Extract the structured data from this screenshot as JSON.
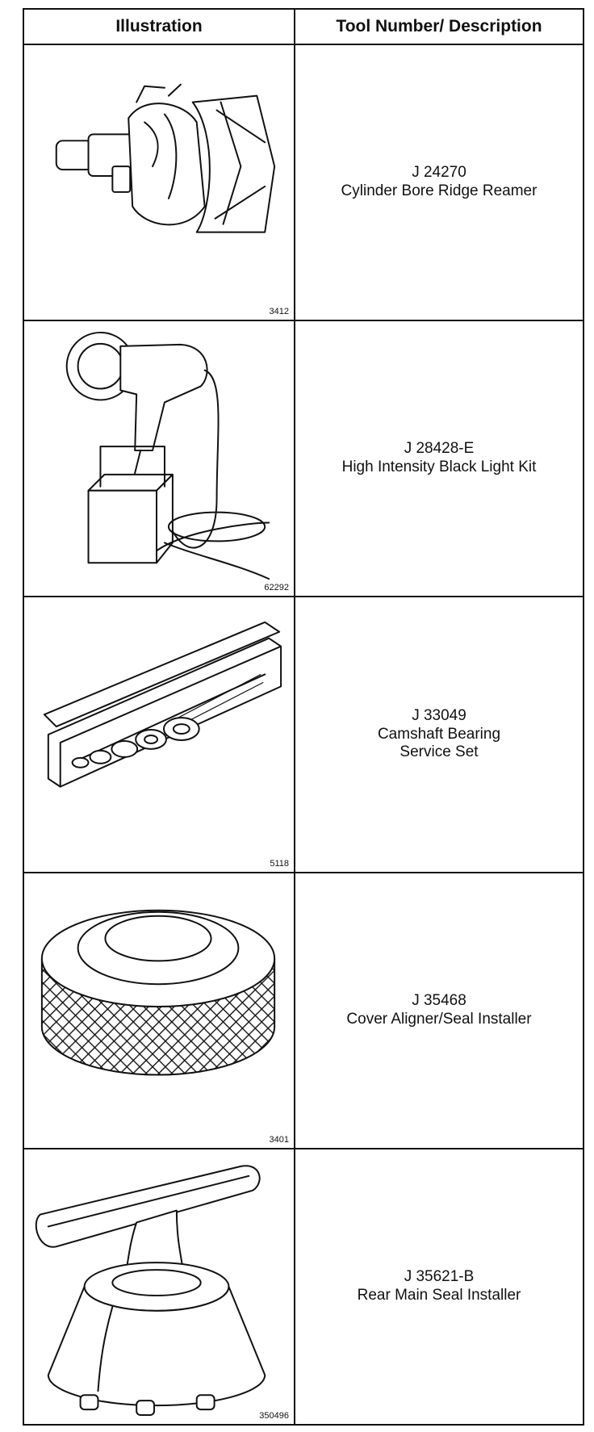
{
  "headers": {
    "illustration": "Illustration",
    "tool": "Tool Number/ Description"
  },
  "rows": [
    {
      "fig": "3412",
      "number": "J 24270",
      "desc": [
        "Cylinder Bore Ridge Reamer"
      ],
      "icon": "ridge-reamer-icon"
    },
    {
      "fig": "62292",
      "number": "J 28428-E",
      "desc": [
        "High Intensity Black Light Kit"
      ],
      "icon": "black-light-kit-icon"
    },
    {
      "fig": "5118",
      "number": "J 33049",
      "desc": [
        "Camshaft Bearing",
        "Service Set"
      ],
      "icon": "camshaft-bearing-set-icon"
    },
    {
      "fig": "3401",
      "number": "J 35468",
      "desc": [
        "Cover Aligner/Seal Installer"
      ],
      "icon": "cover-aligner-icon"
    },
    {
      "fig": "350496",
      "number": "J 35621-B",
      "desc": [
        "Rear Main Seal Installer"
      ],
      "icon": "rear-seal-installer-icon"
    }
  ]
}
